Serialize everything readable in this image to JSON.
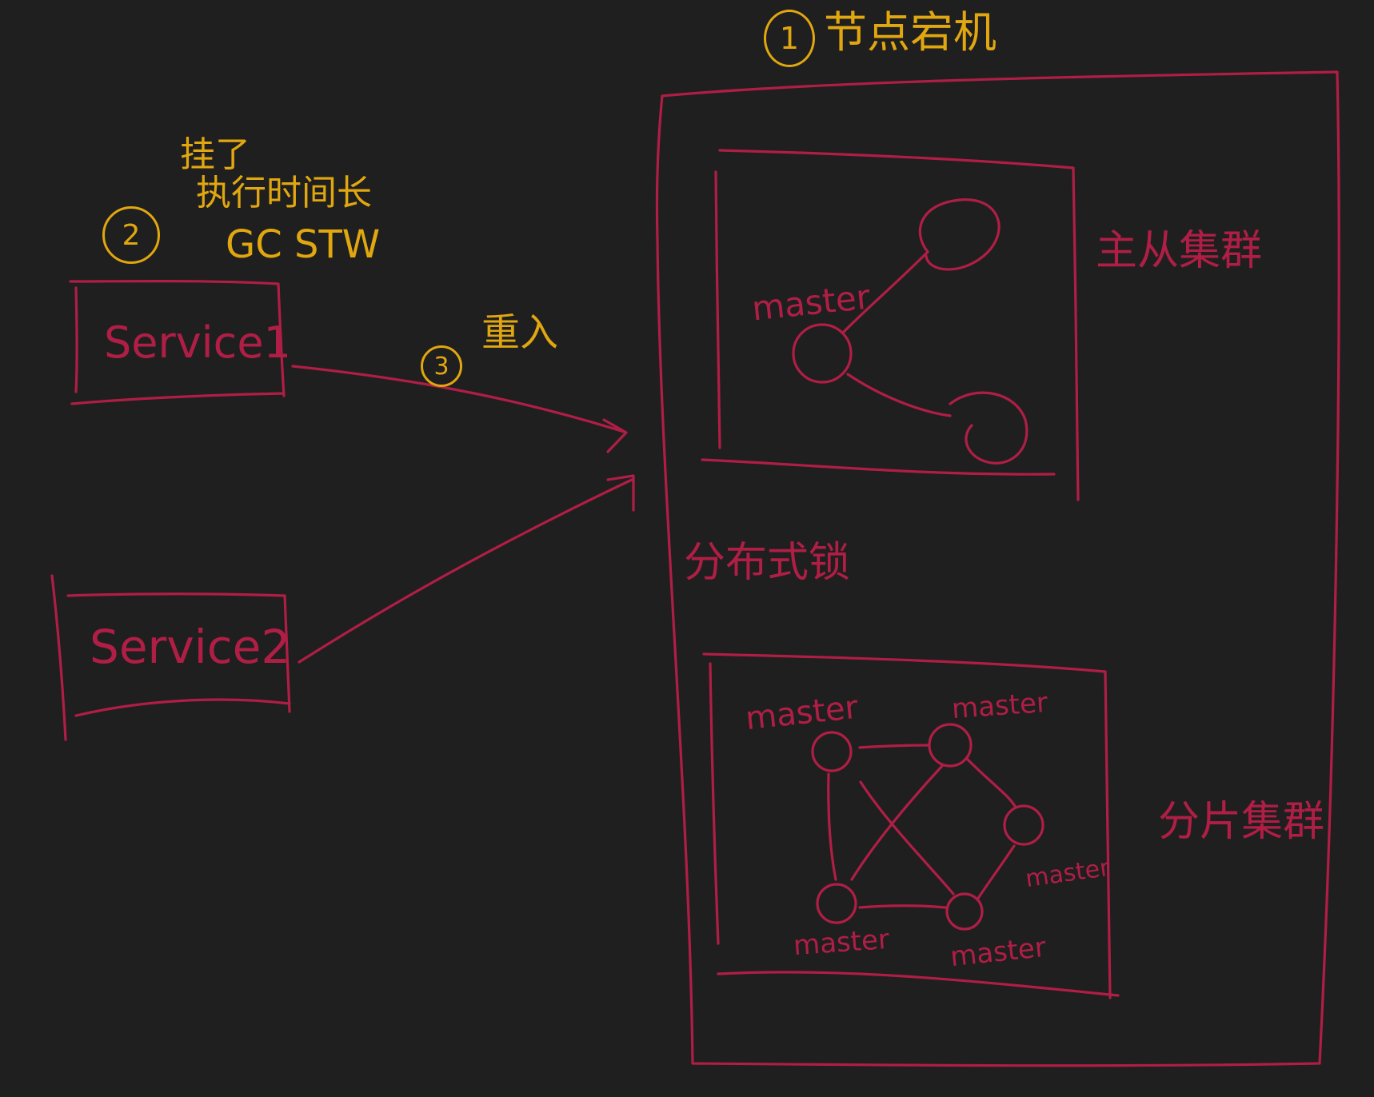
{
  "annotations": {
    "step1": {
      "number": "1",
      "label": "节点宕机"
    },
    "step2": {
      "number": "2",
      "lines": [
        "挂了",
        "执行时间长",
        "GC STW"
      ]
    },
    "step3": {
      "number": "3",
      "label": "重入"
    }
  },
  "services": {
    "service1": "Service1",
    "service2": "Service2"
  },
  "redis": {
    "distributed_lock_label": "分布式锁",
    "master_slave": {
      "label": "主从集群",
      "master_label": "master"
    },
    "sharded": {
      "label": "分片集群",
      "node_labels": [
        "master",
        "master",
        "master",
        "master",
        "master"
      ]
    }
  },
  "colors": {
    "background": "#1f1f1f",
    "red_ink": "#b01e46",
    "yellow_ink": "#e1a710"
  }
}
